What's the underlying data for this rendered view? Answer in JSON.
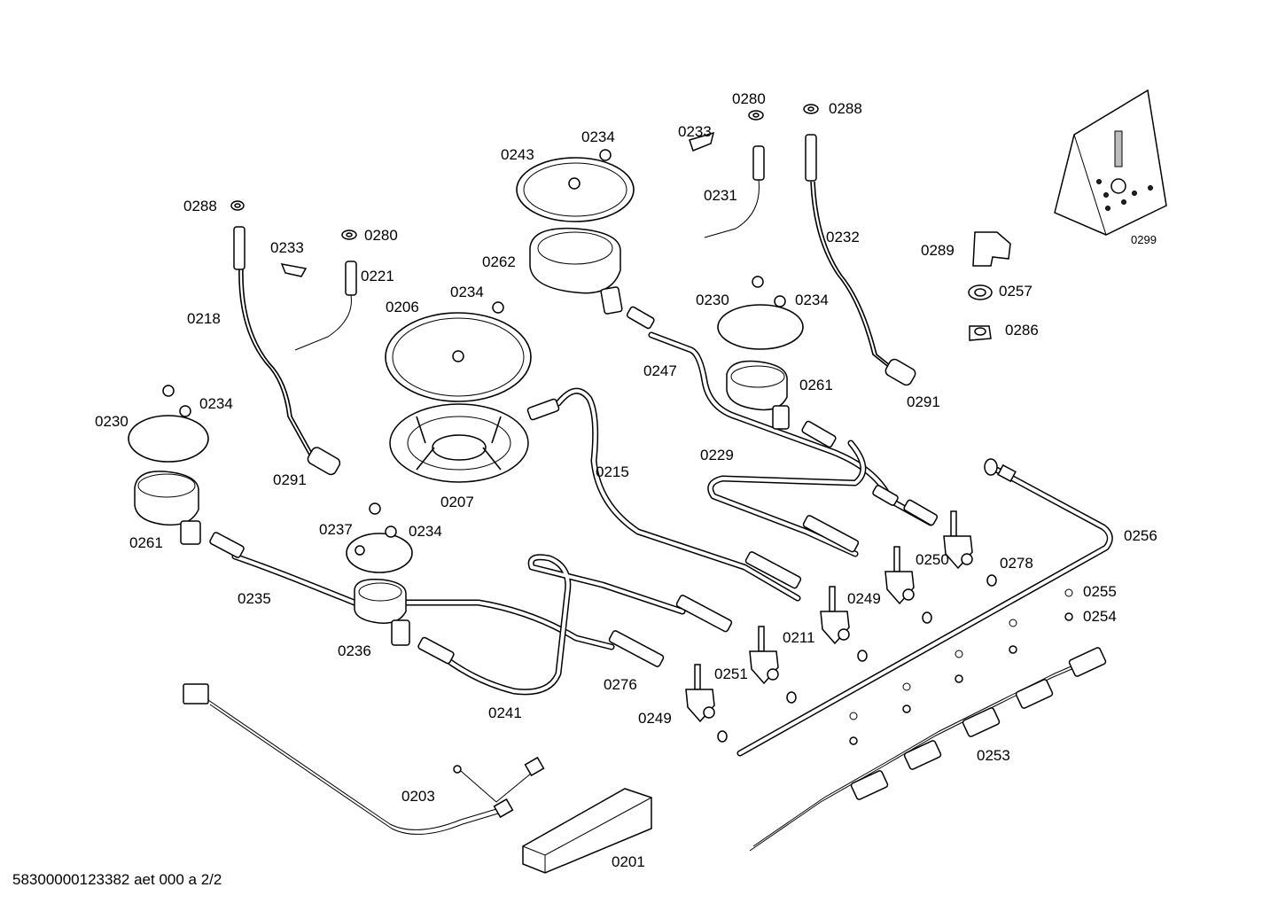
{
  "labels": {
    "p0201": "0201",
    "p0203": "0203",
    "p0206": "0206",
    "p0207": "0207",
    "p0211": "0211",
    "p0215": "0215",
    "p0218": "0218",
    "p0221": "0221",
    "p0229": "0229",
    "p0230a": "0230",
    "p0230b": "0230",
    "p0231": "0231",
    "p0232": "0232",
    "p0233a": "0233",
    "p0233b": "0233",
    "p0234a": "0234",
    "p0234b": "0234",
    "p0234c": "0234",
    "p0234d": "0234",
    "p0234e": "0234",
    "p0235": "0235",
    "p0236": "0236",
    "p0237": "0237",
    "p0241": "0241",
    "p0243": "0243",
    "p0247": "0247",
    "p0249a": "0249",
    "p0249b": "0249",
    "p0250": "0250",
    "p0251": "0251",
    "p0253": "0253",
    "p0254": "0254",
    "p0255": "0255",
    "p0256": "0256",
    "p0257": "0257",
    "p0261a": "0261",
    "p0261b": "0261",
    "p0262": "0262",
    "p0276": "0276",
    "p0278": "0278",
    "p0280a": "0280",
    "p0280b": "0280",
    "p0286": "0286",
    "p0288a": "0288",
    "p0288b": "0288",
    "p0289": "0289",
    "p0291a": "0291",
    "p0291b": "0291",
    "p0299": "0299"
  },
  "footer": "58300000123382 aet 000 a 2/2"
}
